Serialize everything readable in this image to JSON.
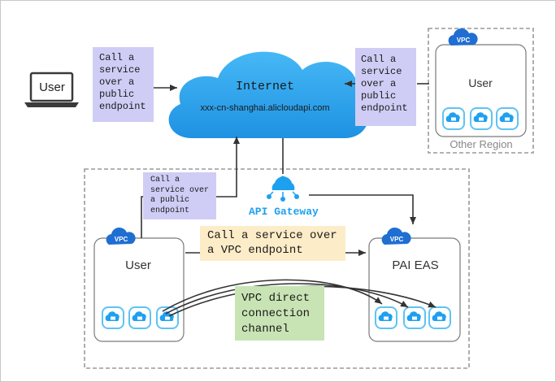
{
  "internet": {
    "title": "Internet",
    "domain": "xxx-cn-shanghai.alicloudapi.com"
  },
  "external_user": {
    "label": "User"
  },
  "other_region": {
    "vpc_badge": "VPC",
    "user_label": "User",
    "region_label": "Other Region"
  },
  "vpc_user": {
    "vpc_badge": "VPC",
    "label": "User"
  },
  "pai_eas": {
    "vpc_badge": "VPC",
    "label": "PAI EAS"
  },
  "api_gateway": {
    "label": "API Gateway"
  },
  "notes": {
    "public_left": "Call a\nservice\nover a\npublic\nendpoint",
    "public_right": "Call a\nservice\nover a\npublic\nendpoint",
    "public_small": "Call a\nservice over\na public\nendpoint",
    "vpc_endpoint": "Call a service over\na VPC endpoint",
    "vpc_direct": "VPC direct\nconnection\nchannel"
  },
  "colors": {
    "accent": "#1ea0f0",
    "note_lavender": "#cfcdf5",
    "note_peach": "#fdecc8",
    "note_green": "#c8e4b4",
    "api_gateway_text": "#1ea0f0"
  }
}
